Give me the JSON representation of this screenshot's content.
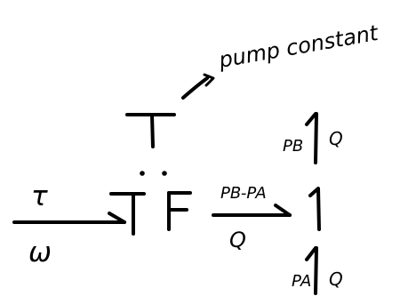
{
  "annotation": {
    "text": "pump constant"
  },
  "element": {
    "top_label": "T",
    "main_label_t": "T",
    "main_label_f": "F"
  },
  "input_bond": {
    "effort": "τ",
    "flow": "ω"
  },
  "output_bond": {
    "effort": "PB-PA",
    "flow": "Q"
  },
  "junction": {
    "label": "1"
  },
  "top_bond": {
    "effort": "PB",
    "flow": "Q"
  },
  "bottom_bond": {
    "effort": "PA",
    "flow": "Q"
  }
}
